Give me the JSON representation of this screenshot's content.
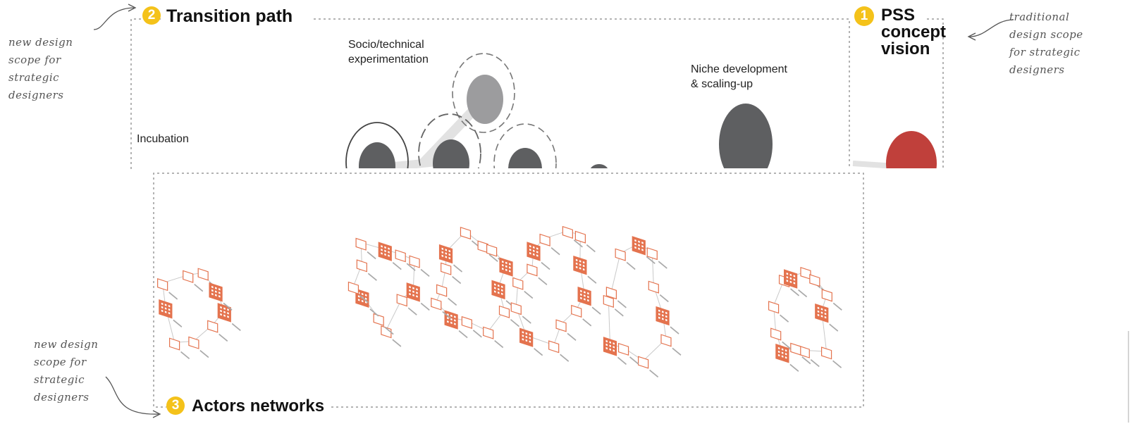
{
  "panels": {
    "transition": {
      "number": "2",
      "title": "Transition path"
    },
    "vision": {
      "number": "1",
      "title_lines": [
        "PSS",
        "concept",
        "vision"
      ]
    },
    "actors": {
      "number": "3",
      "title": "Actors networks"
    }
  },
  "stages": {
    "incubation": "Incubation",
    "experimentation": [
      "Socio/technical",
      "experimentation"
    ],
    "niche": [
      "Niche development",
      "& scaling-up"
    ]
  },
  "annotations": {
    "left_top": [
      "new design",
      "scope for",
      "strategic",
      "designers"
    ],
    "right_top": [
      "traditional",
      "design scope",
      "for strategic",
      "designers"
    ],
    "left_bottom": [
      "new design",
      "scope for",
      "strategic",
      "designers"
    ]
  },
  "colors": {
    "badge": "#f4c21a",
    "dark_disc": "#5e5f61",
    "light_disc": "#9c9c9e",
    "vision_disc": "#c0403b",
    "actor_node": "#e4734e",
    "border": "#9a9a9a"
  },
  "network_node_counts": [
    9,
    11,
    13,
    13,
    11,
    12
  ]
}
